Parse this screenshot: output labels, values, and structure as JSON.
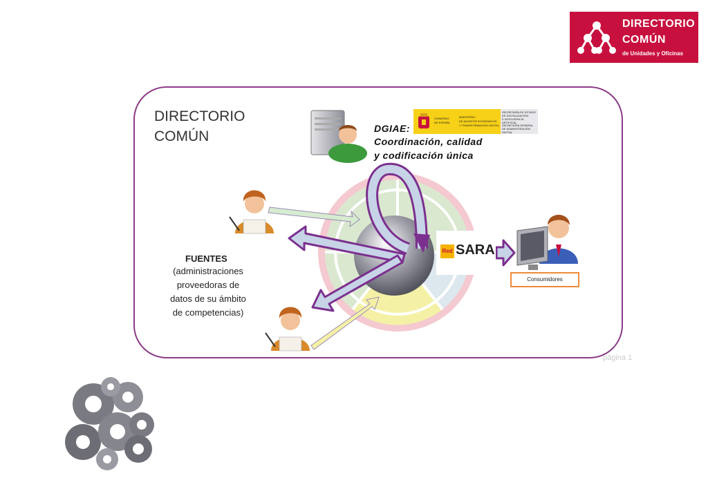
{
  "logo": {
    "line1": "Directorio",
    "line2": "Común",
    "line3": "de Unidades y Oficinas",
    "color": "#c8103e"
  },
  "diagram": {
    "title_line1": "DIRECTORIO",
    "title_line2": "COMÚN",
    "dgiae_line1": "DGIAE:",
    "dgiae_line2": "Coordinación, calidad",
    "dgiae_line3": "y codificación única",
    "gov_left_1": "GOBIERNO",
    "gov_left_2": "DE ESPAÑA",
    "gov_ministry_1": "MINISTERIO",
    "gov_ministry_2": "DE ASUNTOS ECONÓMICOS",
    "gov_ministry_3": "Y TRANSFORMACIÓN DIGITAL",
    "gov_right_1": "SECRETARÍA DE ESTADO",
    "gov_right_2": "DE DIGITALIZACIÓN",
    "gov_right_3": "E INTELIGENCIA ARTIFICIAL",
    "gov_right_4": "SECRETARÍA GENERAL",
    "gov_right_5": "DE ADMINISTRACIÓN DIGITAL",
    "fuentes_title": "FUENTES",
    "fuentes_line1": "(administraciones",
    "fuentes_line2": "proveedoras de",
    "fuentes_line3": "datos de su ámbito",
    "fuentes_line4": "de competencias)",
    "red_label": "Red",
    "sara_label": "SARA",
    "consumidores": "Consumidores",
    "pagina": "página 1",
    "frame_color": "#8b3a86",
    "arrow_color": "#7b2f8e"
  }
}
